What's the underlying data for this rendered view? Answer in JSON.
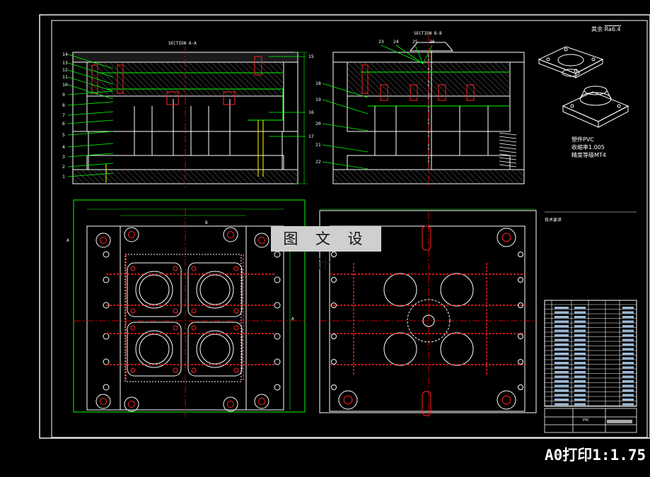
{
  "sheet": {
    "watermark": "图 文 设 计",
    "print_note": "A0打印1:1.75"
  },
  "views": {
    "section_aa_title": "SECTION A-A",
    "section_bb_title": "SECTION B-B",
    "plan_mark_a_left": "A",
    "plan_mark_a_right": "A",
    "plan_mark_b": "B"
  },
  "part_numbers_left": [
    "14",
    "13",
    "12",
    "11",
    "10",
    "9",
    "8",
    "7",
    "6",
    "5",
    "4",
    "3",
    "2",
    "1"
  ],
  "part_numbers_mid": [
    "15",
    "16",
    "17"
  ],
  "part_numbers_bb_left": [
    "18",
    "19",
    "20",
    "21",
    "22"
  ],
  "part_numbers_bb_top": [
    "23",
    "24",
    "25",
    "26"
  ],
  "roughness": {
    "prefix": "其余",
    "value": "Ra6.4"
  },
  "material": {
    "plastic": "塑件PVC",
    "shrinkage": "收缩率1.005",
    "tolerance": "精度等级MT4"
  },
  "notes_title": "技术要求",
  "title_block": {
    "material_cell": "PVC"
  },
  "colors": {
    "background": "#000000",
    "outline": "#ffffff",
    "green": "#00ff00",
    "red": "#ff2020",
    "centerline": "#ff0000",
    "purple": "#ff00ff",
    "cyan": "#00ffff",
    "yellow": "#ffff00",
    "blue": "#3070ff"
  }
}
